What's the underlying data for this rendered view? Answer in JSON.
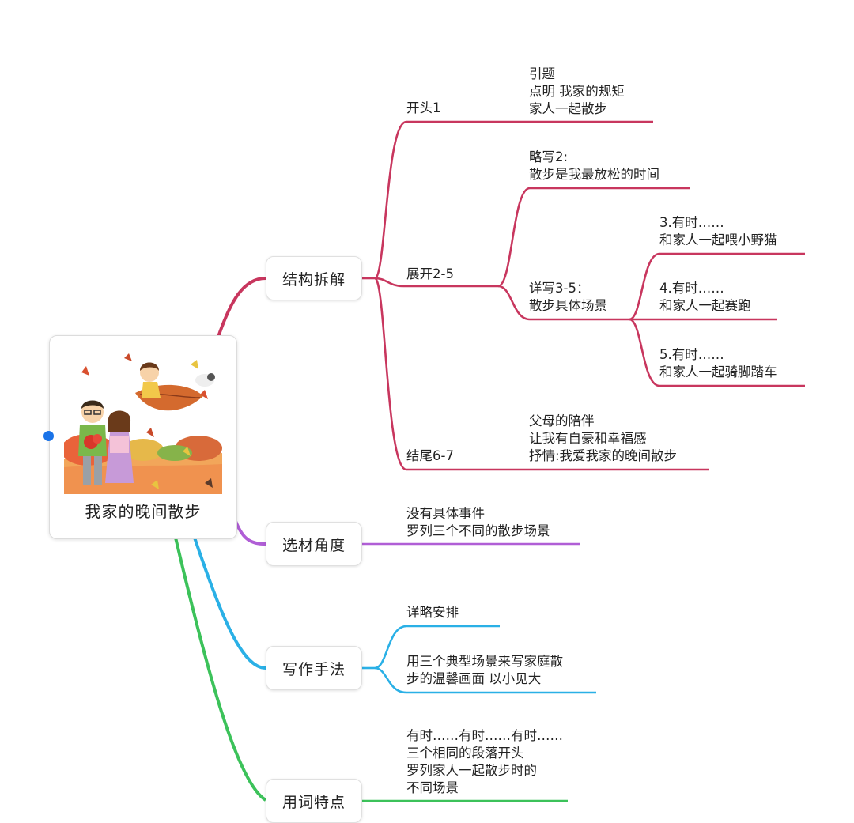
{
  "root": {
    "title": "我家的晚间散步"
  },
  "branches": {
    "structure": {
      "label": "结构拆解",
      "color": "#c8365e",
      "opening": {
        "label": "开头1",
        "detail": [
          "引题",
          "点明 我家的规矩",
          "家人一起散步"
        ]
      },
      "body": {
        "label": "展开2-5",
        "brief": {
          "lines": [
            "略写2:",
            "散步是我最放松的时间"
          ]
        },
        "detailed": {
          "lines": [
            "详写3-5：",
            "散步具体场景"
          ],
          "scenes": [
            {
              "lines": [
                "3.有时……",
                "和家人一起喂小野猫"
              ]
            },
            {
              "lines": [
                "4.有时……",
                "和家人一起赛跑"
              ]
            },
            {
              "lines": [
                "5.有时……",
                "和家人一起骑脚踏车"
              ]
            }
          ]
        }
      },
      "ending": {
        "label": "结尾6-7",
        "detail": [
          "父母的陪伴",
          "让我有自豪和幸福感",
          "抒情:我爱我家的晚间散步"
        ]
      }
    },
    "material": {
      "label": "选材角度",
      "color": "#b05ed6",
      "detail": [
        "没有具体事件",
        "罗列三个不同的散步场景"
      ]
    },
    "technique": {
      "label": "写作手法",
      "color": "#2ab0e6",
      "items": [
        {
          "lines": [
            "详略安排"
          ]
        },
        {
          "lines": [
            "用三个典型场景来写家庭散",
            "步的温馨画面 以小见大"
          ]
        }
      ]
    },
    "wording": {
      "label": "用词特点",
      "color": "#3cc25a",
      "detail": [
        "有时……有时……有时……",
        "三个相同的段落开头",
        "罗列家人一起散步时的",
        "不同场景"
      ]
    }
  }
}
